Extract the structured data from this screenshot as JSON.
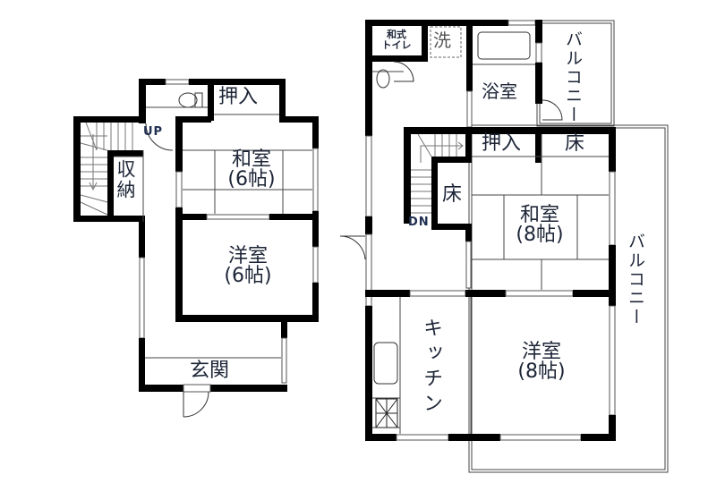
{
  "floor_plan": {
    "left_floor": {
      "rooms": [
        {
          "id": "closet_top",
          "label": "押入"
        },
        {
          "id": "storage",
          "label": "収納"
        },
        {
          "id": "washitsu_6",
          "label": "和室",
          "size": "(6帖)"
        },
        {
          "id": "yoshitsu_6",
          "label": "洋室",
          "size": "(6帖)"
        },
        {
          "id": "entrance",
          "label": "玄関"
        }
      ],
      "stair_label": "UP"
    },
    "right_floor": {
      "rooms": [
        {
          "id": "toilet",
          "label": "和式\nトイレ",
          "line1": "和式",
          "line2": "トイレ"
        },
        {
          "id": "laundry",
          "label": "洗"
        },
        {
          "id": "bath",
          "label": "浴室"
        },
        {
          "id": "balcony_top",
          "label": "バルコニー"
        },
        {
          "id": "closet",
          "label": "押入"
        },
        {
          "id": "tokonoma_top",
          "label": "床"
        },
        {
          "id": "tokonoma_left",
          "label": "床"
        },
        {
          "id": "washitsu_8",
          "label": "和室",
          "size": "(8帖)"
        },
        {
          "id": "kitchen",
          "label": "キッチン"
        },
        {
          "id": "yoshitsu_8",
          "label": "洋室",
          "size": "(8帖)"
        },
        {
          "id": "balcony_right",
          "label": "バルコニー"
        }
      ],
      "stair_label": "DN"
    }
  },
  "colors": {
    "wall": "#000000",
    "thin_line": "#555555",
    "text": "#1c2436",
    "background": "#ffffff"
  }
}
